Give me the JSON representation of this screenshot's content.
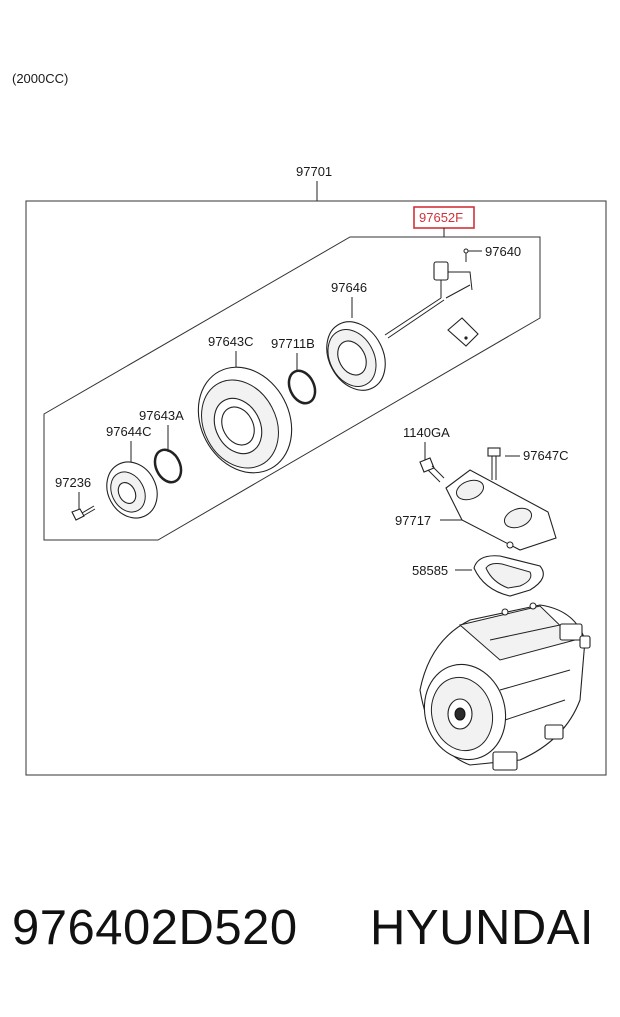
{
  "diagram": {
    "variant_note": "(2000CC)",
    "assembly_label": "97701",
    "highlight_color": "#d0323b",
    "callouts": [
      {
        "id": "97652F",
        "highlighted": true
      },
      {
        "id": "97640"
      },
      {
        "id": "97646"
      },
      {
        "id": "97643C"
      },
      {
        "id": "97711B"
      },
      {
        "id": "97643A"
      },
      {
        "id": "97644C"
      },
      {
        "id": "97236"
      },
      {
        "id": "1140GA"
      },
      {
        "id": "97647C"
      },
      {
        "id": "97717"
      },
      {
        "id": "58585"
      }
    ]
  },
  "caption": {
    "part_number": "976402D520",
    "brand": "HYUNDAI"
  }
}
